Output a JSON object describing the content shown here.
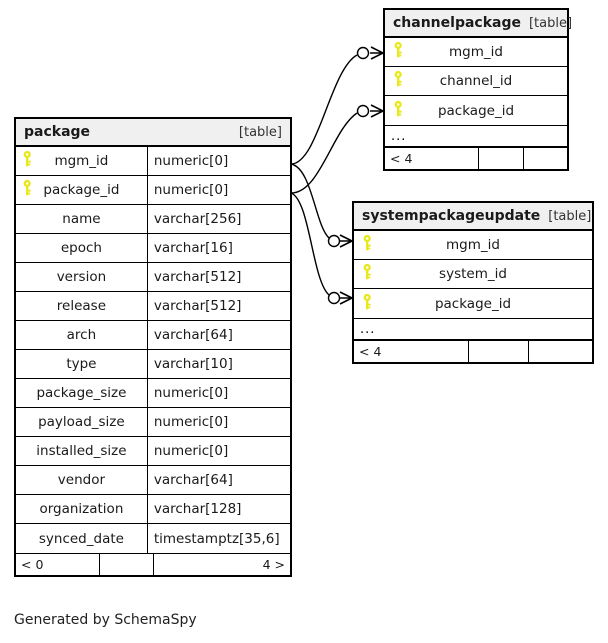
{
  "diagram": {
    "caption": "Generated by SchemaSpy",
    "table_tag": "[table]",
    "ellipsis": "...",
    "key_icon": "primary-key-icon",
    "key_color": "#e8e81c",
    "header_bg": "#f0f0f0",
    "line_color": "#000000"
  },
  "tables": [
    {
      "id": "package",
      "name": "package",
      "tag": "[table]",
      "columns": [
        {
          "name": "mgm_id",
          "type": "numeric[0]",
          "key": true
        },
        {
          "name": "package_id",
          "type": "numeric[0]",
          "key": true
        },
        {
          "name": "name",
          "type": "varchar[256]",
          "key": false
        },
        {
          "name": "epoch",
          "type": "varchar[16]",
          "key": false
        },
        {
          "name": "version",
          "type": "varchar[512]",
          "key": false
        },
        {
          "name": "release",
          "type": "varchar[512]",
          "key": false
        },
        {
          "name": "arch",
          "type": "varchar[64]",
          "key": false
        },
        {
          "name": "type",
          "type": "varchar[10]",
          "key": false
        },
        {
          "name": "package_size",
          "type": "numeric[0]",
          "key": false
        },
        {
          "name": "payload_size",
          "type": "numeric[0]",
          "key": false
        },
        {
          "name": "installed_size",
          "type": "numeric[0]",
          "key": false
        },
        {
          "name": "vendor",
          "type": "varchar[64]",
          "key": false
        },
        {
          "name": "organization",
          "type": "varchar[128]",
          "key": false
        },
        {
          "name": "synced_date",
          "type": "timestamptz[35,6]",
          "key": false
        }
      ],
      "has_ellipsis_row": false,
      "footer": {
        "left": "< 0",
        "middle": "",
        "right": "4 >"
      }
    },
    {
      "id": "channelpackage",
      "name": "channelpackage",
      "tag": "[table]",
      "columns": [
        {
          "name": "mgm_id",
          "key": true
        },
        {
          "name": "channel_id",
          "key": true
        },
        {
          "name": "package_id",
          "key": true
        }
      ],
      "has_ellipsis_row": true,
      "footer": {
        "left": "< 4",
        "middle": "",
        "right": ""
      }
    },
    {
      "id": "systempackageupdate",
      "name": "systempackageupdate",
      "tag": "[table]",
      "columns": [
        {
          "name": "mgm_id",
          "key": true
        },
        {
          "name": "system_id",
          "key": true
        },
        {
          "name": "package_id",
          "key": true
        }
      ],
      "has_ellipsis_row": true,
      "footer": {
        "left": "< 4",
        "middle": "",
        "right": ""
      }
    }
  ],
  "relationships": [
    {
      "from_table": "package",
      "from_column": "mgm_id",
      "to_table": "channelpackage",
      "to_column": "mgm_id"
    },
    {
      "from_table": "package",
      "from_column": "package_id",
      "to_table": "channelpackage",
      "to_column": "package_id"
    },
    {
      "from_table": "package",
      "from_column": "mgm_id",
      "to_table": "systempackageupdate",
      "to_column": "mgm_id"
    },
    {
      "from_table": "package",
      "from_column": "package_id",
      "to_table": "systempackageupdate",
      "to_column": "package_id"
    }
  ]
}
